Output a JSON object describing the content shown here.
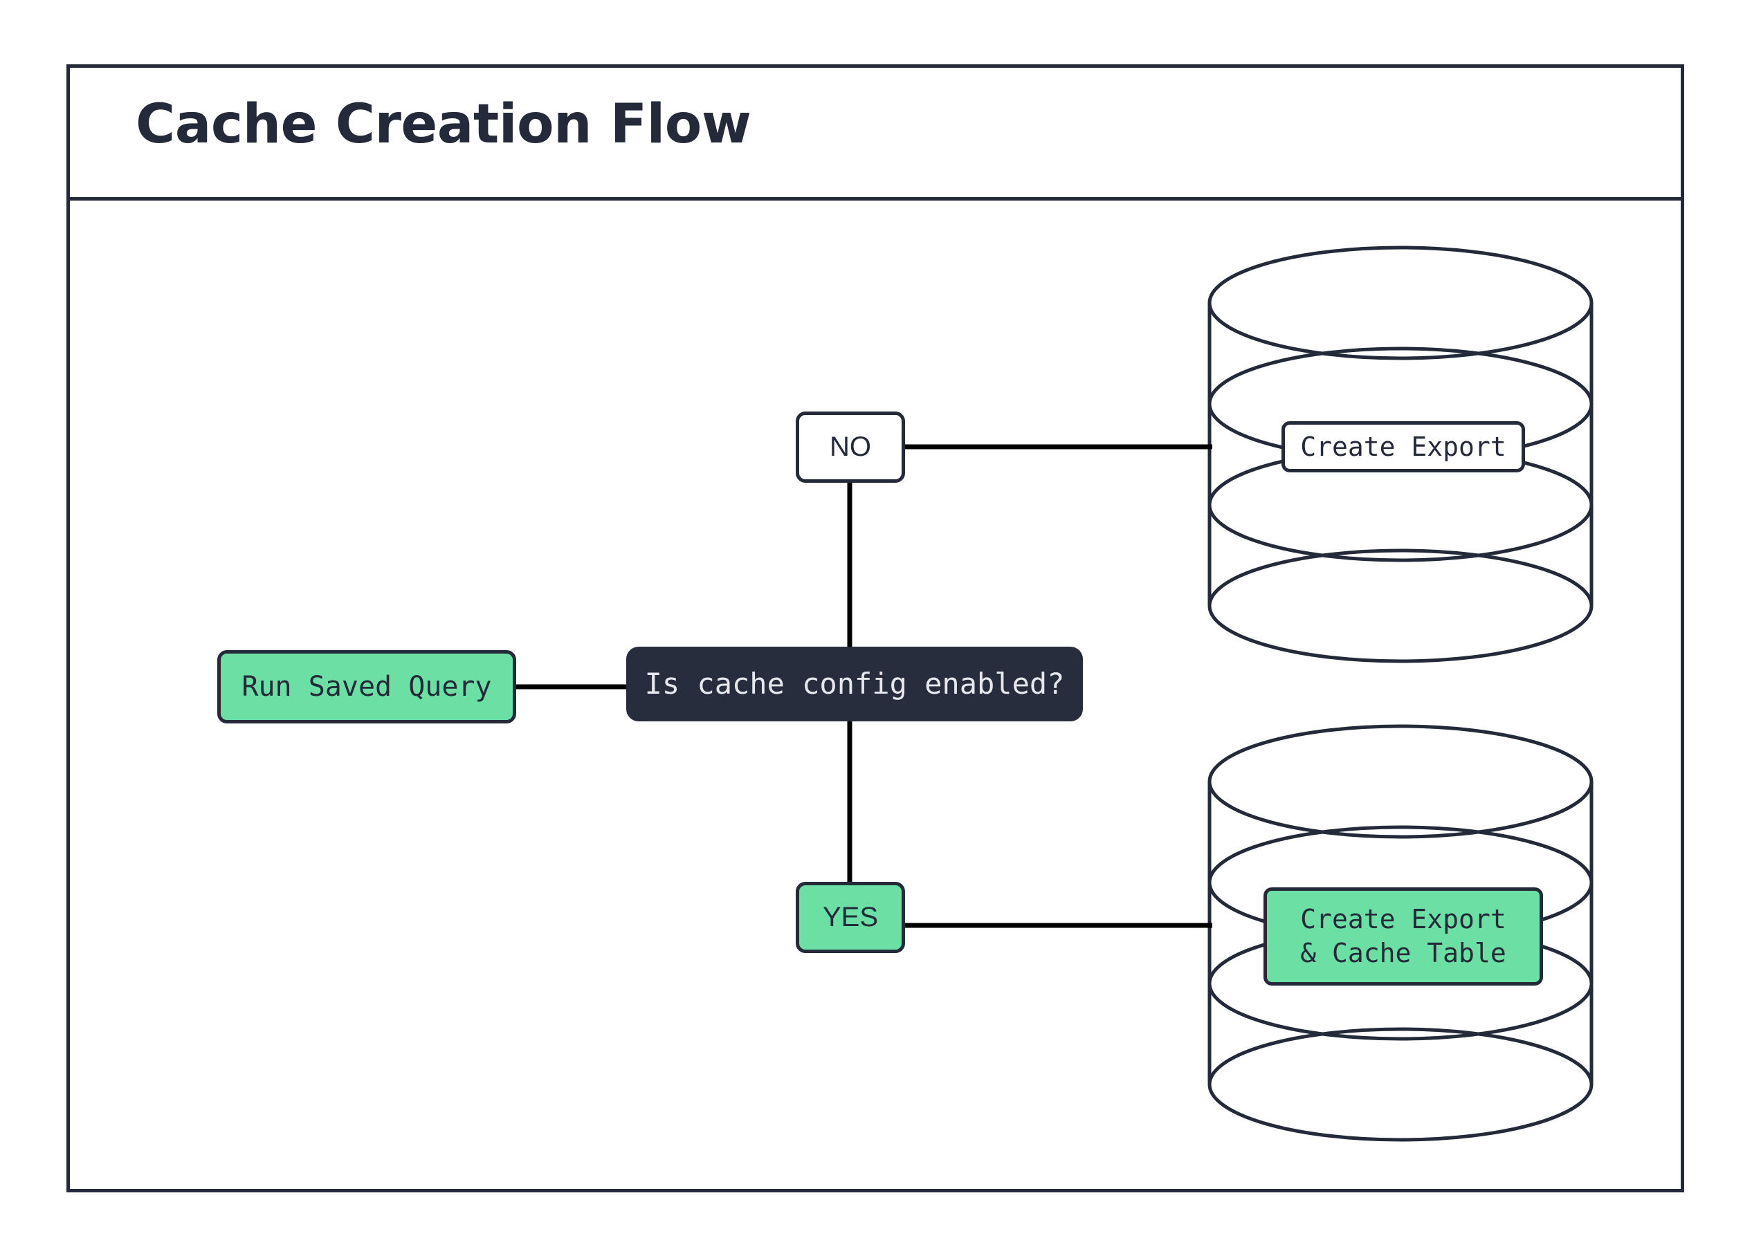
{
  "frame": {
    "title": "Cache Creation Flow"
  },
  "colors": {
    "outline": "#252a3a",
    "dark_fill": "#282d3d",
    "dark_text": "#e6e8ee",
    "green": "#6ce0a4",
    "white": "#ffffff",
    "edge": "#000000"
  },
  "nodes": {
    "run_saved_query": {
      "label": "Run Saved Query"
    },
    "decision": {
      "label": "Is cache config enabled?"
    },
    "branch_no": {
      "label": "NO"
    },
    "branch_yes": {
      "label": "YES"
    },
    "database_top": {
      "label": "Create Export"
    },
    "database_bottom": {
      "label": "Create Export\n& Cache Table"
    }
  },
  "edges": [
    {
      "from": "run_saved_query",
      "to": "decision"
    },
    {
      "from": "decision",
      "to": "branch_no"
    },
    {
      "from": "branch_no",
      "to": "database_top"
    },
    {
      "from": "decision",
      "to": "branch_yes"
    },
    {
      "from": "branch_yes",
      "to": "database_bottom"
    }
  ]
}
